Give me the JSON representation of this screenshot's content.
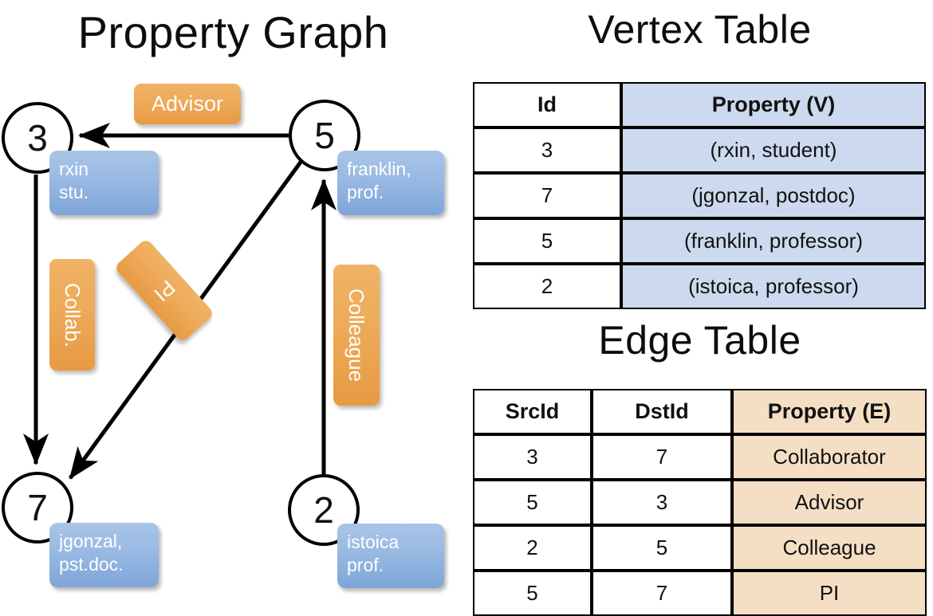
{
  "titles": {
    "property_graph": "Property Graph",
    "vertex_table": "Vertex Table",
    "edge_table": "Edge Table"
  },
  "colors": {
    "vertex_property_fill": "#ccd9ee",
    "edge_property_fill": "#f5dfc4",
    "vertex_box_fill": "#9dbce4",
    "edge_label_fill": "#eeab5b",
    "stroke": "#000000",
    "background": "#ffffff"
  },
  "graph": {
    "nodes": [
      {
        "id": "3",
        "label": "3",
        "property_lines": [
          "rxin",
          "stu."
        ]
      },
      {
        "id": "5",
        "label": "5",
        "property_lines": [
          "franklin,",
          "prof."
        ]
      },
      {
        "id": "7",
        "label": "7",
        "property_lines": [
          "jgonzal,",
          "pst.doc."
        ]
      },
      {
        "id": "2",
        "label": "2",
        "property_lines": [
          "istoica",
          "prof."
        ]
      }
    ],
    "edge_labels": {
      "advisor": "Advisor",
      "collab": "Collab.",
      "pi": "PI",
      "colleague": "Colleague"
    },
    "edges": [
      {
        "src": "5",
        "dst": "3",
        "label": "Advisor"
      },
      {
        "src": "3",
        "dst": "7",
        "label": "Collab."
      },
      {
        "src": "5",
        "dst": "7",
        "label": "PI"
      },
      {
        "src": "2",
        "dst": "5",
        "label": "Colleague"
      }
    ]
  },
  "vertex_table": {
    "headers": [
      "Id",
      "Property (V)"
    ],
    "rows": [
      {
        "id": "3",
        "property": "(rxin, student)"
      },
      {
        "id": "7",
        "property": "(jgonzal, postdoc)"
      },
      {
        "id": "5",
        "property": "(franklin, professor)"
      },
      {
        "id": "2",
        "property": "(istoica, professor)"
      }
    ]
  },
  "edge_table": {
    "headers": [
      "SrcId",
      "DstId",
      "Property (E)"
    ],
    "rows": [
      {
        "src": "3",
        "dst": "7",
        "property": "Collaborator"
      },
      {
        "src": "5",
        "dst": "3",
        "property": "Advisor"
      },
      {
        "src": "2",
        "dst": "5",
        "property": "Colleague"
      },
      {
        "src": "5",
        "dst": "7",
        "property": "PI"
      }
    ]
  }
}
